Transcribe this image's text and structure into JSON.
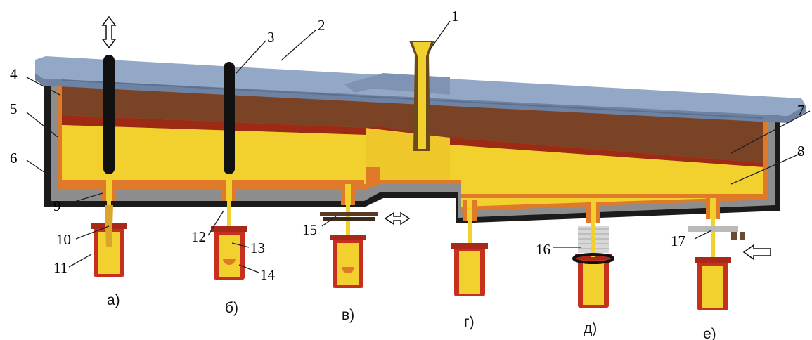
{
  "diagram": {
    "callouts": [
      "1",
      "2",
      "3",
      "4",
      "5",
      "6",
      "7",
      "8",
      "9",
      "10",
      "11",
      "12",
      "13",
      "14",
      "15",
      "16",
      "17"
    ],
    "variants": [
      "а)",
      "б)",
      "в)",
      "г)",
      "д)",
      "е)"
    ]
  },
  "colors": {
    "cover": "#93a7c7",
    "cover_edge": "#5e7090",
    "lining": "#8d8d8d",
    "shell": "#1b1b1b",
    "slag": "#7a3f22",
    "slag_red": "#9c2a14",
    "metal": "#f2d12e",
    "refractory": "#e07a28",
    "mould": "#c8301e",
    "stopper": "#111111",
    "arrow": "#ffffff"
  },
  "icons": [
    "double-arrow-vertical-icon",
    "double-arrow-horizontal-icon",
    "arrow-left-icon"
  ]
}
